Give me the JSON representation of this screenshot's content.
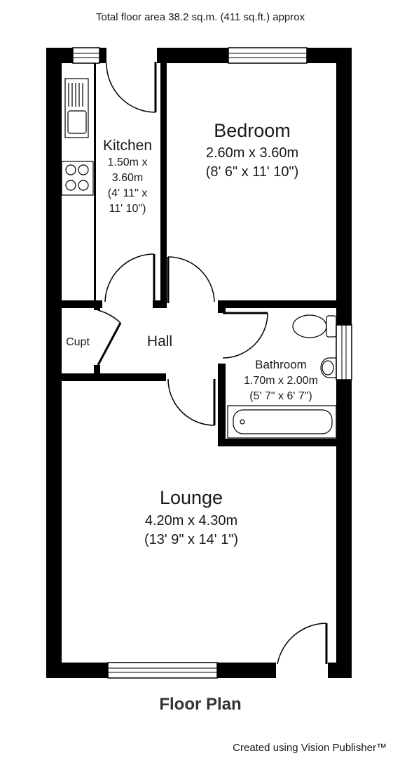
{
  "header": {
    "total_area": "Total floor area 38.2 sq.m. (411 sq.ft.) approx"
  },
  "rooms": {
    "kitchen": {
      "name": "Kitchen",
      "dim_line1": "1.50m x",
      "dim_line2": "3.60m",
      "dim_line3": "(4' 11\" x",
      "dim_line4": "11' 10\")"
    },
    "bedroom": {
      "name": "Bedroom",
      "dim_metric": "2.60m x 3.60m",
      "dim_imperial": "(8' 6\" x 11' 10\")"
    },
    "cupboard": {
      "name": "Cupt"
    },
    "hall": {
      "name": "Hall"
    },
    "bathroom": {
      "name": "Bathroom",
      "dim_metric": "1.70m x 2.00m",
      "dim_imperial": "(5' 7\" x 6' 7\")"
    },
    "lounge": {
      "name": "Lounge",
      "dim_metric": "4.20m x 4.30m",
      "dim_imperial": "(13' 9\" x 14' 1\")"
    }
  },
  "footer": {
    "title": "Floor Plan",
    "credit": "Created using Vision Publisher™"
  }
}
